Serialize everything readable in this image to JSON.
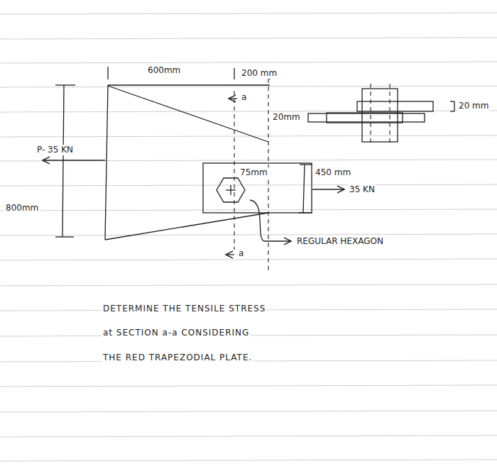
{
  "diagram": {
    "labels": [
      "600mm",
      "200 mm",
      "a",
      "20mm",
      "20 mm",
      "P- 35 KN",
      "800mm",
      "75mm",
      "450 mm",
      "35 KN",
      "a",
      "REGULAR HEXAGON",
      "DETERMINE THE TENSILE STRESS",
      "at SECTION a-a CONSIDERING",
      "THE RED TRAPEZODIAL PLATE."
    ]
  }
}
